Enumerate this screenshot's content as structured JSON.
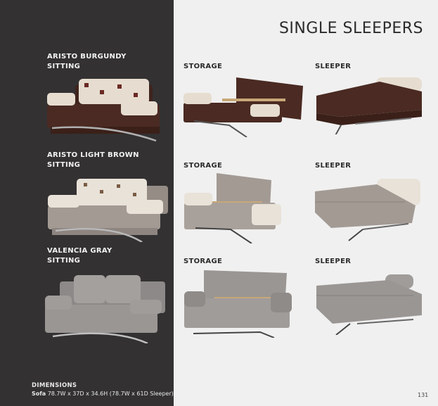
{
  "page": {
    "title": "SINGLE SLEEPERS",
    "page_number": "131",
    "colors": {
      "dark_panel": "#333132",
      "light_bg": "#f0f0f0",
      "burgundy": "#4a2a22",
      "light_brown": "#a39a94",
      "gray": "#9a9694"
    }
  },
  "rows": [
    {
      "name": "ARISTO BURGUNDY",
      "sitting": "SITTING",
      "storage": "STORAGE",
      "sleeper": "SLEEPER",
      "fabric": "#4a2a22",
      "accent": "#e6ddd0"
    },
    {
      "name": "ARISTO LIGHT BROWN",
      "sitting": "SITTING",
      "storage": "STORAGE",
      "sleeper": "SLEEPER",
      "fabric": "#a39a94",
      "accent": "#e8e2d8"
    },
    {
      "name": "VALENCIA GRAY",
      "sitting": "SITTING",
      "storage": "STORAGE",
      "sleeper": "SLEEPER",
      "fabric": "#9a9694",
      "accent": "#9a9694"
    }
  ],
  "dimensions": {
    "heading": "DIMENSIONS",
    "item": "Sofa",
    "value": "78.7W x 37D x 34.6H (78.7W x 61D Sleeper)"
  }
}
